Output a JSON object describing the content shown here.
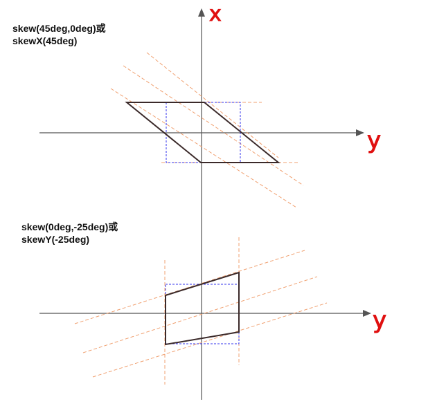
{
  "captions": {
    "top_line1": "skew(45deg,0deg)或",
    "top_line2": "skewX(45deg)",
    "bottom_line1": "skew(0deg,-25deg)或",
    "bottom_line2": "skewY(-25deg)"
  },
  "axis_labels": {
    "vertical": "x",
    "horizontal_top": "y",
    "horizontal_bottom": "y"
  },
  "colors": {
    "axis": "#555555",
    "shape": "#3b2a2a",
    "guide": "#f0a070",
    "original_box": "#3333ee",
    "hand_label": "#e01010"
  }
}
